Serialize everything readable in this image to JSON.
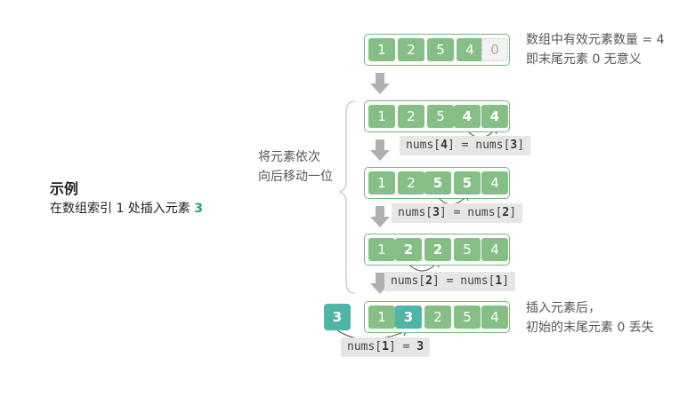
{
  "example": {
    "title": "示例",
    "desc_prefix": "在数组索引 1 处插入元素 ",
    "desc_value": "3"
  },
  "shift_label": {
    "line1": "将元素依次",
    "line2": "向后移动一位"
  },
  "rows": [
    {
      "cells": [
        "1",
        "2",
        "5",
        "4",
        "0"
      ]
    },
    {
      "cells": [
        "1",
        "2",
        "5",
        "4",
        "4"
      ]
    },
    {
      "cells": [
        "1",
        "2",
        "5",
        "5",
        "4"
      ]
    },
    {
      "cells": [
        "1",
        "2",
        "2",
        "5",
        "4"
      ]
    },
    {
      "cells": [
        "1",
        "3",
        "2",
        "5",
        "4"
      ]
    }
  ],
  "notes": {
    "top_line1": "数组中有效元素数量 = 4",
    "top_line2": "即末尾元素 0 无意义",
    "bottom_line1": "插入元素后，",
    "bottom_line2": "初始的末尾元素 0 丢失"
  },
  "codes": [
    {
      "prefix": "nums[",
      "idx": "4",
      "mid": "] = nums[",
      "src": "3",
      "suffix": "]"
    },
    {
      "prefix": "nums[",
      "idx": "3",
      "mid": "] = nums[",
      "src": "2",
      "suffix": "]"
    },
    {
      "prefix": "nums[",
      "idx": "2",
      "mid": "] = nums[",
      "src": "1",
      "suffix": "]"
    },
    {
      "prefix": "nums[",
      "idx": "1",
      "mid": "] = ",
      "src": "3",
      "suffix": ""
    }
  ],
  "insert_value": "3",
  "colors": {
    "cell_green": "#86bf86",
    "row_border": "#76b87c",
    "teal": "#4fb5a6",
    "arrow_gray": "#b0b0b0"
  }
}
